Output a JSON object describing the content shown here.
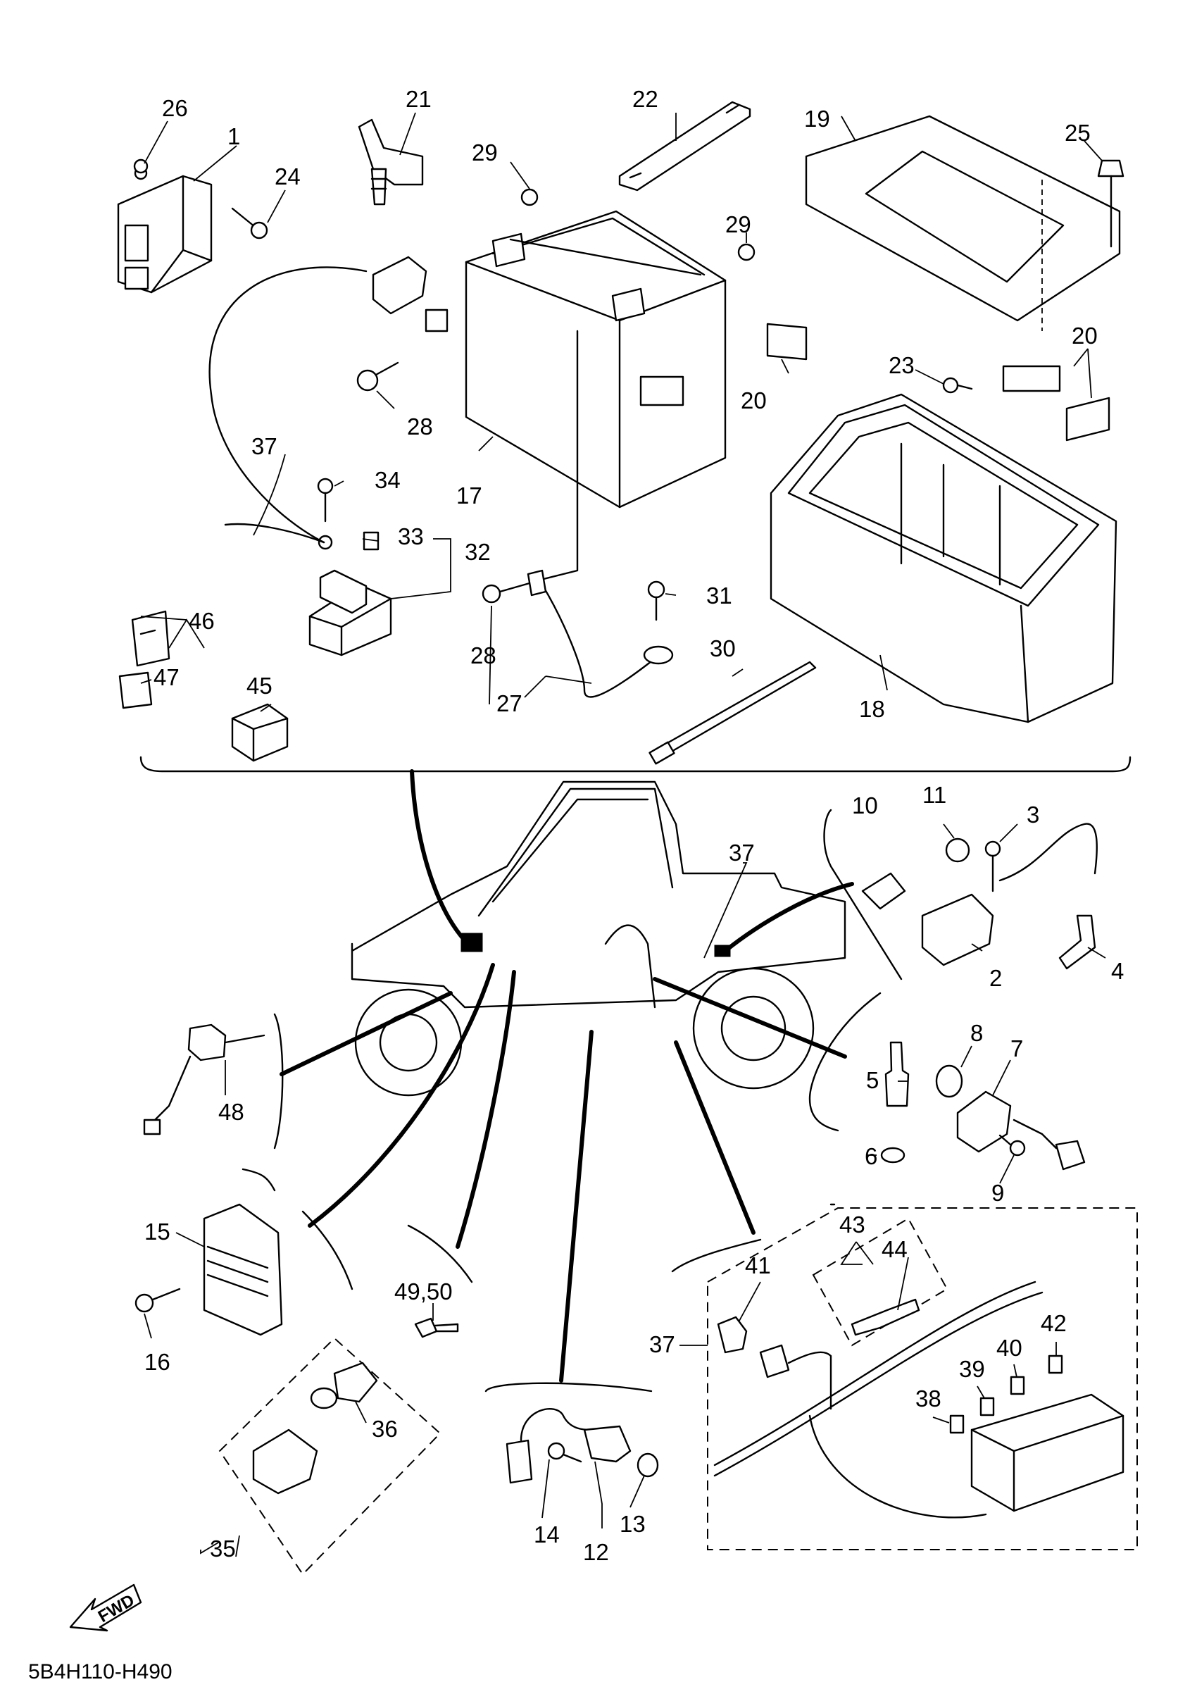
{
  "diagram": {
    "type": "exploded-parts-diagram",
    "drawing_code": "5B4H110-H490",
    "fwd_label": "FWD",
    "callouts": [
      "1",
      "2",
      "3",
      "4",
      "5",
      "6",
      "7",
      "8",
      "9",
      "10",
      "11",
      "12",
      "13",
      "14",
      "15",
      "16",
      "17",
      "18",
      "19",
      "20",
      "20",
      "21",
      "22",
      "23",
      "24",
      "25",
      "26",
      "27",
      "28",
      "28",
      "29",
      "29",
      "30",
      "31",
      "32",
      "33",
      "34",
      "35",
      "36",
      "37",
      "37",
      "37",
      "38",
      "39",
      "40",
      "41",
      "42",
      "43",
      "44",
      "45",
      "46",
      "47",
      "48",
      "49,50"
    ]
  }
}
